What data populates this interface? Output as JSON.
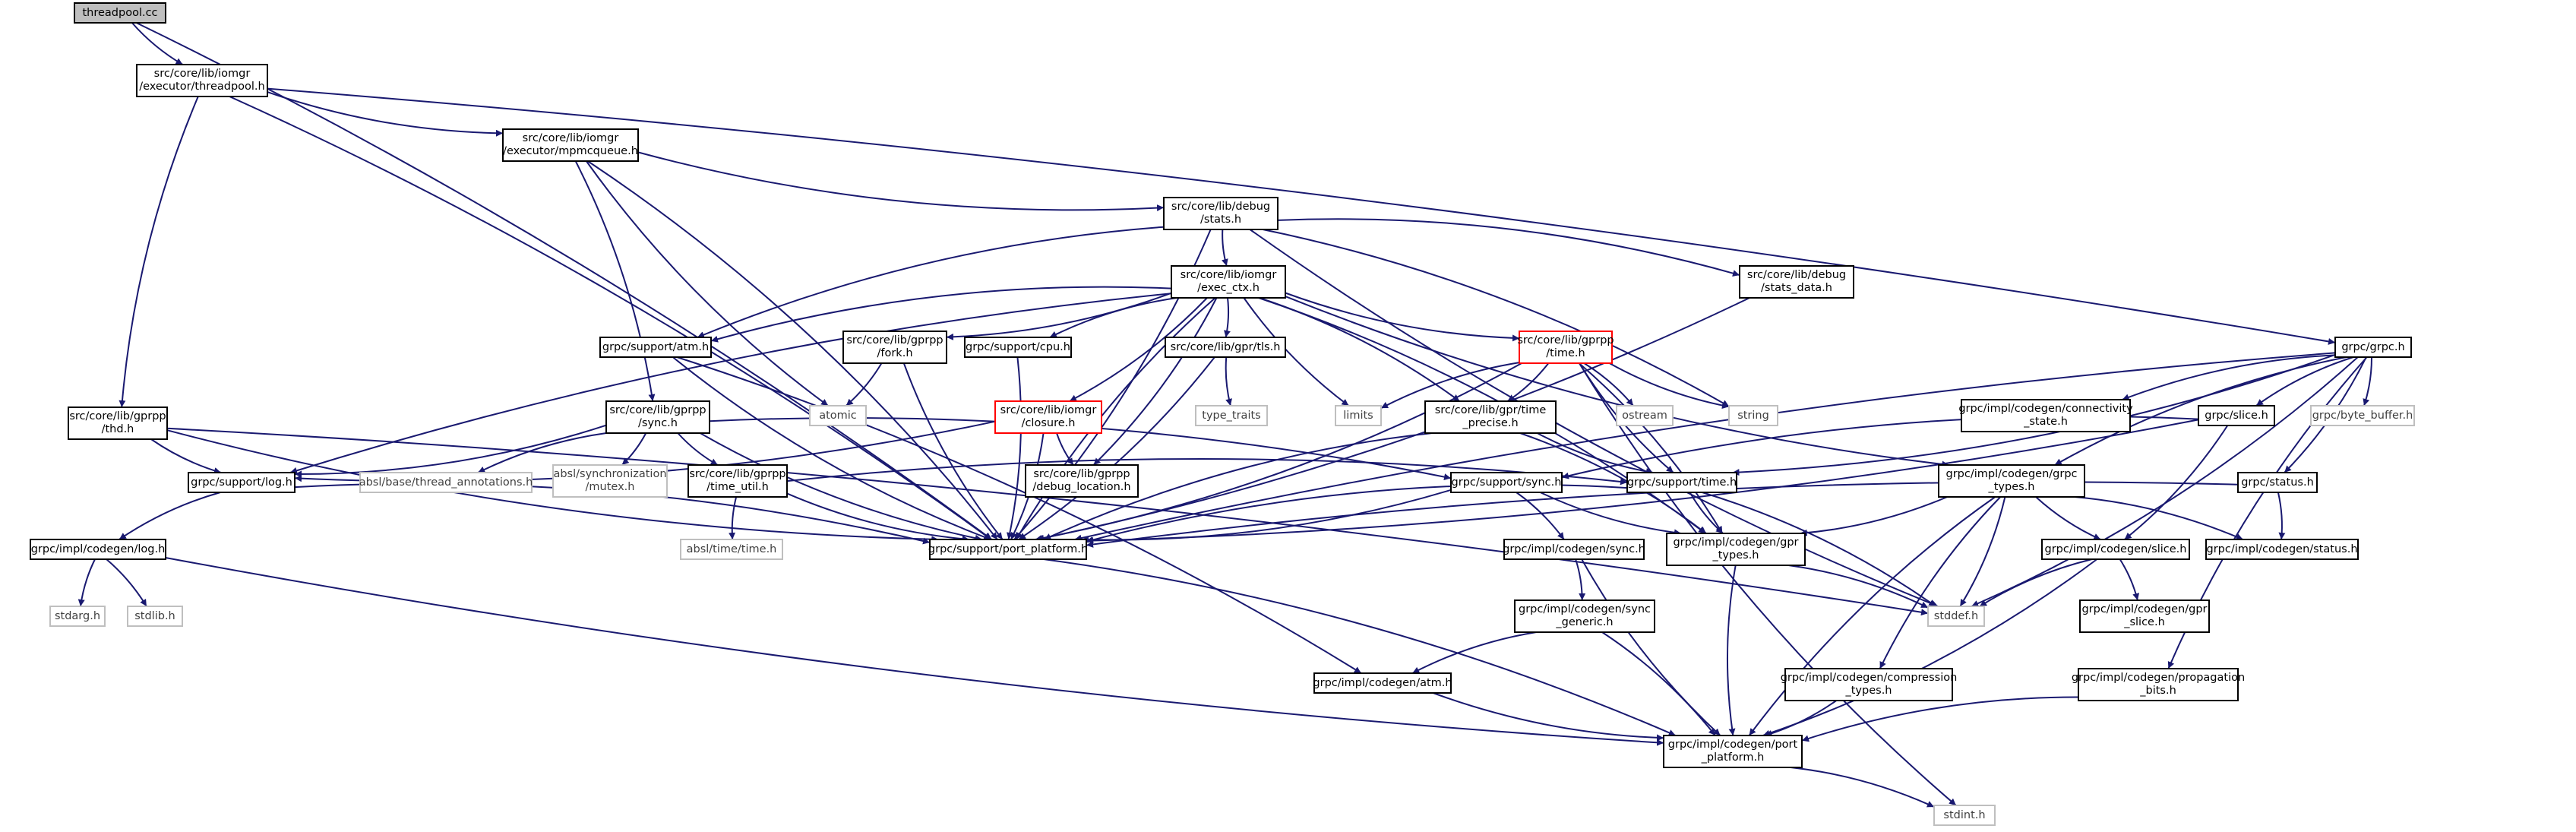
{
  "colors": {
    "edge": "#191970",
    "node_border": "#000000",
    "external_border": "#bfbfbf",
    "incomplete_border": "#ff0000",
    "root_fill": "#bfbfbf",
    "text": "#000000",
    "external_text": "#404040"
  },
  "nodes": {
    "threadpool_cc": {
      "lines": [
        "threadpool.cc"
      ],
      "kind": "root"
    },
    "executor_threadpool_h": {
      "lines": [
        "src/core/lib/iomgr",
        "/executor/threadpool.h"
      ],
      "kind": "normal"
    },
    "executor_mpmcqueue_h": {
      "lines": [
        "src/core/lib/iomgr",
        "/executor/mpmcqueue.h"
      ],
      "kind": "normal"
    },
    "debug_stats_h": {
      "lines": [
        "src/core/lib/debug",
        "/stats.h"
      ],
      "kind": "normal"
    },
    "iomgr_exec_ctx_h": {
      "lines": [
        "src/core/lib/iomgr",
        "/exec_ctx.h"
      ],
      "kind": "normal"
    },
    "debug_stats_data_h": {
      "lines": [
        "src/core/lib/debug",
        "/stats_data.h"
      ],
      "kind": "normal"
    },
    "grpc_grpc_h": {
      "lines": [
        "grpc/grpc.h"
      ],
      "kind": "normal"
    },
    "support_atm_h": {
      "lines": [
        "grpc/support/atm.h"
      ],
      "kind": "normal"
    },
    "gprpp_fork_h": {
      "lines": [
        "src/core/lib/gprpp",
        "/fork.h"
      ],
      "kind": "normal"
    },
    "support_cpu_h": {
      "lines": [
        "grpc/support/cpu.h"
      ],
      "kind": "normal"
    },
    "gpr_tls_h": {
      "lines": [
        "src/core/lib/gpr/tls.h"
      ],
      "kind": "normal"
    },
    "gprpp_time_h": {
      "lines": [
        "src/core/lib/gprpp",
        "/time.h"
      ],
      "kind": "incomplete"
    },
    "codegen_connectivity_state_h": {
      "lines": [
        "grpc/impl/codegen/connectivity",
        "_state.h"
      ],
      "kind": "normal"
    },
    "byte_buffer_h": {
      "lines": [
        "grpc/byte_buffer.h"
      ],
      "kind": "external"
    },
    "gprpp_thd_h": {
      "lines": [
        "src/core/lib/gprpp",
        "/thd.h"
      ],
      "kind": "normal"
    },
    "gprpp_sync_h": {
      "lines": [
        "src/core/lib/gprpp",
        "/sync.h"
      ],
      "kind": "normal"
    },
    "atomic": {
      "lines": [
        "atomic"
      ],
      "kind": "external"
    },
    "iomgr_closure_h": {
      "lines": [
        "src/core/lib/iomgr",
        "/closure.h"
      ],
      "kind": "incomplete"
    },
    "type_traits": {
      "lines": [
        "type_traits"
      ],
      "kind": "external"
    },
    "limits": {
      "lines": [
        "limits"
      ],
      "kind": "external"
    },
    "gpr_time_precise_h": {
      "lines": [
        "src/core/lib/gpr/time",
        "_precise.h"
      ],
      "kind": "normal"
    },
    "ostream": {
      "lines": [
        "ostream"
      ],
      "kind": "external"
    },
    "string": {
      "lines": [
        "string"
      ],
      "kind": "external"
    },
    "grpc_slice_h": {
      "lines": [
        "grpc/slice.h"
      ],
      "kind": "normal"
    },
    "support_log_h": {
      "lines": [
        "grpc/support/log.h"
      ],
      "kind": "normal"
    },
    "absl_thread_annotations_h": {
      "lines": [
        "absl/base/thread_annotations.h"
      ],
      "kind": "external"
    },
    "absl_mutex_h": {
      "lines": [
        "absl/synchronization",
        "/mutex.h"
      ],
      "kind": "external"
    },
    "gprpp_time_util_h": {
      "lines": [
        "src/core/lib/gprpp",
        "/time_util.h"
      ],
      "kind": "normal"
    },
    "gprpp_debug_location_h": {
      "lines": [
        "src/core/lib/gprpp",
        "/debug_location.h"
      ],
      "kind": "normal"
    },
    "support_sync_h": {
      "lines": [
        "grpc/support/sync.h"
      ],
      "kind": "normal"
    },
    "support_time_h": {
      "lines": [
        "grpc/support/time.h"
      ],
      "kind": "normal"
    },
    "codegen_grpc_types_h": {
      "lines": [
        "grpc/impl/codegen/grpc",
        "_types.h"
      ],
      "kind": "normal"
    },
    "grpc_status_h": {
      "lines": [
        "grpc/status.h"
      ],
      "kind": "normal"
    },
    "support_port_platform_h": {
      "lines": [
        "grpc/support/port_platform.h"
      ],
      "kind": "normal"
    },
    "codegen_log_h": {
      "lines": [
        "grpc/impl/codegen/log.h"
      ],
      "kind": "normal"
    },
    "absl_time_h": {
      "lines": [
        "absl/time/time.h"
      ],
      "kind": "external"
    },
    "codegen_sync_h": {
      "lines": [
        "grpc/impl/codegen/sync.h"
      ],
      "kind": "normal"
    },
    "codegen_gpr_types_h": {
      "lines": [
        "grpc/impl/codegen/gpr",
        "_types.h"
      ],
      "kind": "normal"
    },
    "codegen_slice_h": {
      "lines": [
        "grpc/impl/codegen/slice.h"
      ],
      "kind": "normal"
    },
    "codegen_status_h": {
      "lines": [
        "grpc/impl/codegen/status.h"
      ],
      "kind": "normal"
    },
    "stdarg_h": {
      "lines": [
        "stdarg.h"
      ],
      "kind": "external"
    },
    "stdlib_h": {
      "lines": [
        "stdlib.h"
      ],
      "kind": "external"
    },
    "stddef_h": {
      "lines": [
        "stddef.h"
      ],
      "kind": "external"
    },
    "codegen_gpr_slice_h": {
      "lines": [
        "grpc/impl/codegen/gpr",
        "_slice.h"
      ],
      "kind": "normal"
    },
    "codegen_sync_generic_h": {
      "lines": [
        "grpc/impl/codegen/sync",
        "_generic.h"
      ],
      "kind": "normal"
    },
    "codegen_atm_h": {
      "lines": [
        "grpc/impl/codegen/atm.h"
      ],
      "kind": "normal"
    },
    "codegen_compression_types_h": {
      "lines": [
        "grpc/impl/codegen/compression",
        "_types.h"
      ],
      "kind": "normal"
    },
    "codegen_propagation_bits_h": {
      "lines": [
        "grpc/impl/codegen/propagation",
        "_bits.h"
      ],
      "kind": "normal"
    },
    "codegen_port_platform_h": {
      "lines": [
        "grpc/impl/codegen/port",
        "_platform.h"
      ],
      "kind": "normal"
    },
    "stdint_h": {
      "lines": [
        "stdint.h"
      ],
      "kind": "external"
    }
  },
  "edges": [
    [
      "threadpool_cc",
      "executor_threadpool_h"
    ],
    [
      "threadpool_cc",
      "support_port_platform_h"
    ],
    [
      "executor_threadpool_h",
      "executor_mpmcqueue_h"
    ],
    [
      "executor_threadpool_h",
      "grpc_grpc_h"
    ],
    [
      "executor_threadpool_h",
      "gprpp_thd_h"
    ],
    [
      "executor_threadpool_h",
      "support_port_platform_h"
    ],
    [
      "executor_mpmcqueue_h",
      "debug_stats_h"
    ],
    [
      "executor_mpmcqueue_h",
      "gprpp_sync_h"
    ],
    [
      "executor_mpmcqueue_h",
      "atomic"
    ],
    [
      "executor_mpmcqueue_h",
      "support_port_platform_h"
    ],
    [
      "debug_stats_h",
      "iomgr_exec_ctx_h"
    ],
    [
      "debug_stats_h",
      "debug_stats_data_h"
    ],
    [
      "debug_stats_h",
      "support_atm_h"
    ],
    [
      "debug_stats_h",
      "string"
    ],
    [
      "debug_stats_h",
      "stddef_h"
    ],
    [
      "debug_stats_h",
      "support_port_platform_h"
    ],
    [
      "iomgr_exec_ctx_h",
      "support_atm_h"
    ],
    [
      "iomgr_exec_ctx_h",
      "gprpp_fork_h"
    ],
    [
      "iomgr_exec_ctx_h",
      "support_cpu_h"
    ],
    [
      "iomgr_exec_ctx_h",
      "gpr_tls_h"
    ],
    [
      "iomgr_exec_ctx_h",
      "gprpp_time_h"
    ],
    [
      "iomgr_exec_ctx_h",
      "iomgr_closure_h"
    ],
    [
      "iomgr_exec_ctx_h",
      "limits"
    ],
    [
      "iomgr_exec_ctx_h",
      "gpr_time_precise_h"
    ],
    [
      "iomgr_exec_ctx_h",
      "support_log_h"
    ],
    [
      "iomgr_exec_ctx_h",
      "gprpp_debug_location_h"
    ],
    [
      "iomgr_exec_ctx_h",
      "codegen_grpc_types_h"
    ],
    [
      "iomgr_exec_ctx_h",
      "codegen_gpr_types_h"
    ],
    [
      "iomgr_exec_ctx_h",
      "support_port_platform_h"
    ],
    [
      "debug_stats_data_h",
      "support_port_platform_h"
    ],
    [
      "grpc_grpc_h",
      "codegen_connectivity_state_h"
    ],
    [
      "grpc_grpc_h",
      "byte_buffer_h"
    ],
    [
      "grpc_grpc_h",
      "grpc_slice_h"
    ],
    [
      "grpc_grpc_h",
      "grpc_status_h"
    ],
    [
      "grpc_grpc_h",
      "codegen_grpc_types_h"
    ],
    [
      "grpc_grpc_h",
      "support_time_h"
    ],
    [
      "grpc_grpc_h",
      "codegen_propagation_bits_h"
    ],
    [
      "grpc_grpc_h",
      "stddef_h"
    ],
    [
      "grpc_grpc_h",
      "support_port_platform_h"
    ],
    [
      "support_atm_h",
      "codegen_atm_h"
    ],
    [
      "support_atm_h",
      "support_port_platform_h"
    ],
    [
      "gprpp_fork_h",
      "atomic"
    ],
    [
      "gprpp_fork_h",
      "support_port_platform_h"
    ],
    [
      "support_cpu_h",
      "support_port_platform_h"
    ],
    [
      "gpr_tls_h",
      "type_traits"
    ],
    [
      "gpr_tls_h",
      "support_port_platform_h"
    ],
    [
      "gprpp_time_h",
      "limits"
    ],
    [
      "gprpp_time_h",
      "ostream"
    ],
    [
      "gprpp_time_h",
      "string"
    ],
    [
      "gprpp_time_h",
      "gpr_time_precise_h"
    ],
    [
      "gprpp_time_h",
      "support_time_h"
    ],
    [
      "gprpp_time_h",
      "codegen_gpr_types_h"
    ],
    [
      "gprpp_time_h",
      "stdint_h"
    ],
    [
      "gprpp_time_h",
      "support_port_platform_h"
    ],
    [
      "gprpp_thd_h",
      "support_log_h"
    ],
    [
      "gprpp_thd_h",
      "stddef_h"
    ],
    [
      "gprpp_thd_h",
      "support_port_platform_h"
    ],
    [
      "gprpp_sync_h",
      "support_log_h"
    ],
    [
      "gprpp_sync_h",
      "absl_thread_annotations_h"
    ],
    [
      "gprpp_sync_h",
      "absl_mutex_h"
    ],
    [
      "gprpp_sync_h",
      "gprpp_time_util_h"
    ],
    [
      "gprpp_sync_h",
      "support_sync_h"
    ],
    [
      "gprpp_sync_h",
      "support_port_platform_h"
    ],
    [
      "iomgr_closure_h",
      "support_log_h"
    ],
    [
      "iomgr_closure_h",
      "gprpp_debug_location_h"
    ],
    [
      "iomgr_closure_h",
      "support_port_platform_h"
    ],
    [
      "gpr_time_precise_h",
      "support_time_h"
    ],
    [
      "gpr_time_precise_h",
      "codegen_gpr_types_h"
    ],
    [
      "gpr_time_precise_h",
      "support_port_platform_h"
    ],
    [
      "grpc_slice_h",
      "codegen_slice_h"
    ],
    [
      "grpc_slice_h",
      "support_sync_h"
    ],
    [
      "grpc_slice_h",
      "support_port_platform_h"
    ],
    [
      "support_log_h",
      "codegen_log_h"
    ],
    [
      "support_log_h",
      "support_port_platform_h"
    ],
    [
      "gprpp_time_util_h",
      "absl_time_h"
    ],
    [
      "gprpp_time_util_h",
      "support_time_h"
    ],
    [
      "gprpp_time_util_h",
      "support_port_platform_h"
    ],
    [
      "support_sync_h",
      "codegen_sync_h"
    ],
    [
      "support_sync_h",
      "codegen_gpr_types_h"
    ],
    [
      "support_sync_h",
      "support_port_platform_h"
    ],
    [
      "support_time_h",
      "codegen_gpr_types_h"
    ],
    [
      "support_time_h",
      "stddef_h"
    ],
    [
      "support_time_h",
      "support_port_platform_h"
    ],
    [
      "codegen_grpc_types_h",
      "codegen_gpr_types_h"
    ],
    [
      "codegen_grpc_types_h",
      "codegen_slice_h"
    ],
    [
      "codegen_grpc_types_h",
      "codegen_status_h"
    ],
    [
      "codegen_grpc_types_h",
      "codegen_compression_types_h"
    ],
    [
      "codegen_grpc_types_h",
      "stddef_h"
    ],
    [
      "codegen_grpc_types_h",
      "codegen_port_platform_h"
    ],
    [
      "grpc_status_h",
      "codegen_status_h"
    ],
    [
      "grpc_status_h",
      "support_port_platform_h"
    ],
    [
      "support_port_platform_h",
      "codegen_port_platform_h"
    ],
    [
      "codegen_log_h",
      "stdarg_h"
    ],
    [
      "codegen_log_h",
      "stdlib_h"
    ],
    [
      "codegen_log_h",
      "codegen_port_platform_h"
    ],
    [
      "codegen_sync_h",
      "codegen_sync_generic_h"
    ],
    [
      "codegen_sync_h",
      "codegen_port_platform_h"
    ],
    [
      "codegen_gpr_types_h",
      "stddef_h"
    ],
    [
      "codegen_gpr_types_h",
      "codegen_port_platform_h"
    ],
    [
      "codegen_slice_h",
      "codegen_gpr_slice_h"
    ],
    [
      "codegen_slice_h",
      "stddef_h"
    ],
    [
      "codegen_slice_h",
      "codegen_port_platform_h"
    ],
    [
      "codegen_sync_generic_h",
      "codegen_atm_h"
    ],
    [
      "codegen_sync_generic_h",
      "codegen_port_platform_h"
    ],
    [
      "codegen_atm_h",
      "codegen_port_platform_h"
    ],
    [
      "codegen_compression_types_h",
      "codegen_port_platform_h"
    ],
    [
      "codegen_propagation_bits_h",
      "codegen_port_platform_h"
    ],
    [
      "codegen_port_platform_h",
      "stdint_h"
    ]
  ]
}
